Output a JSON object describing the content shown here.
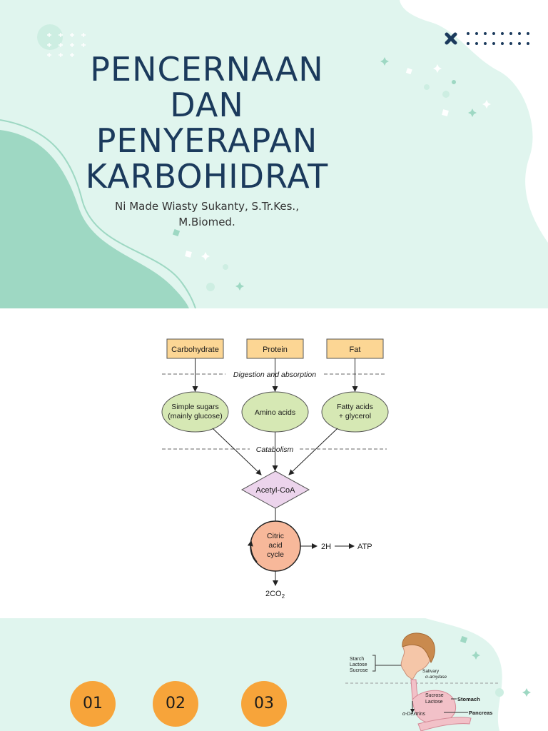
{
  "slide1": {
    "title_lines": [
      "PENCERNAAN",
      "DAN",
      "PENYERAPAN",
      "KARBOHIDRAT"
    ],
    "author_lines": [
      "Ni Made Wiasty Sukanty, S.Tr.Kes.,",
      "M.Biomed."
    ],
    "colors": {
      "background": "#e0f5ee",
      "accent": "#9ed8c3",
      "title": "#1b3a5c"
    }
  },
  "diagram": {
    "sources": [
      "Carbohydrate",
      "Protein",
      "Fat"
    ],
    "stage1_label": "Digestion and absorption",
    "products": [
      [
        "Simple sugars",
        "(mainly glucose)"
      ],
      [
        "Amino acids"
      ],
      [
        "Fatty acids",
        "+ glycerol"
      ]
    ],
    "stage2_label": "Catabolism",
    "hub": "Acetyl-CoA",
    "cycle_lines": [
      "Citric",
      "acid",
      "cycle"
    ],
    "output_2h": "2H",
    "output_atp": "ATP",
    "output_co2": "2CO",
    "output_co2_sub": "2",
    "colors": {
      "source_box": "#fcd694",
      "product": "#d6e8b4",
      "hub": "#ecd4ec",
      "cycle": "#f7b89a"
    }
  },
  "slide3": {
    "buttons": [
      "01",
      "02",
      "03"
    ],
    "anatomy_labels": {
      "mouth_input": [
        "Starch",
        "Lactose",
        "Sucrose"
      ],
      "saliva": [
        "Salivary",
        "α-amylase"
      ],
      "stomach_content": [
        "Sucrose",
        "Lactose"
      ],
      "stomach": "Stomach",
      "dextrins": "α-Dextrins",
      "pancreas": "Pancreas"
    },
    "colors": {
      "button": "#f7a43a"
    }
  }
}
